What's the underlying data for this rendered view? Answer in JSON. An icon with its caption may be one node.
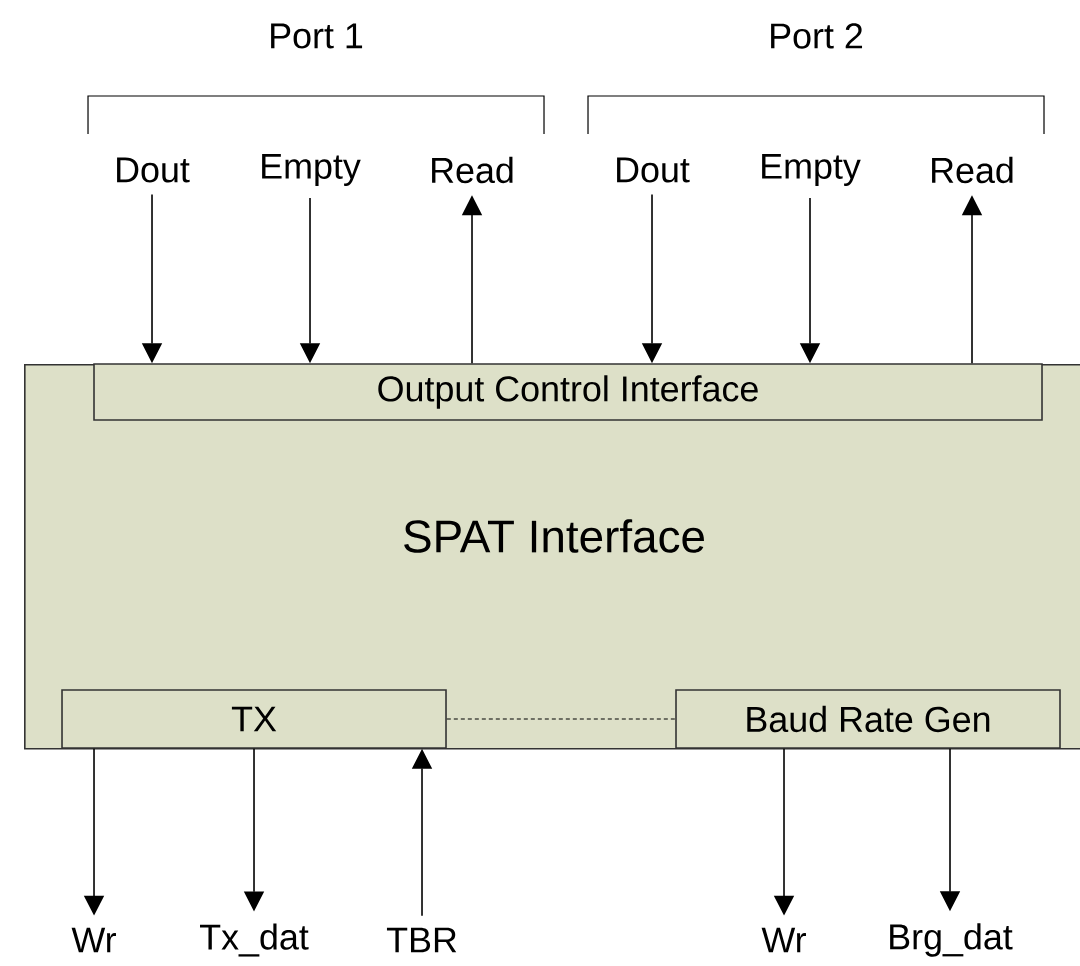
{
  "diagram": {
    "nodes": [
      {
        "text": [
          "SPAT Interface"
        ]
      },
      {
        "text": [
          "Output Control Interface"
        ],
        "in": 0
      },
      {
        "text": [
          "TX"
        ],
        "in": 0
      },
      {
        "text": [
          "Baud Rate Gen"
        ],
        "in": 0
      },
      {
        "text": [
          "Dout"
        ]
      },
      {
        "text": [
          "Empty"
        ]
      },
      {
        "text": [
          "Read"
        ]
      },
      {
        "text": [
          "Dout"
        ]
      },
      {
        "text": [
          "Empty"
        ]
      },
      {
        "text": [
          "Read"
        ]
      },
      {
        "text": [
          "Wr"
        ]
      },
      {
        "text": [
          "Tx_dat"
        ]
      },
      {
        "text": [
          "TBR"
        ]
      },
      {
        "text": [
          "Wr"
        ]
      },
      {
        "text": [
          "Brg_dat"
        ]
      }
    ],
    "edges": [
      {
        "from": 4,
        "to": 1,
        "arrow": "to"
      },
      {
        "from": 5,
        "to": 1,
        "arrow": "to"
      },
      {
        "from": 1,
        "to": 6,
        "arrow": "to"
      },
      {
        "from": 7,
        "to": 1,
        "arrow": "to"
      },
      {
        "from": 8,
        "to": 1,
        "arrow": "to"
      },
      {
        "from": 1,
        "to": 9,
        "arrow": "to"
      },
      {
        "from": 2,
        "to": 10,
        "arrow": "to"
      },
      {
        "from": 2,
        "to": 11,
        "arrow": "to"
      },
      {
        "from": 12,
        "to": 2,
        "arrow": "to"
      },
      {
        "from": 3,
        "to": 13,
        "arrow": "to"
      },
      {
        "from": 3,
        "to": 14,
        "arrow": "to"
      },
      {
        "from": 2,
        "to": 3,
        "arrow": "none",
        "style": "dashed"
      }
    ],
    "labels": [
      "Port 1",
      "Port 2"
    ]
  }
}
